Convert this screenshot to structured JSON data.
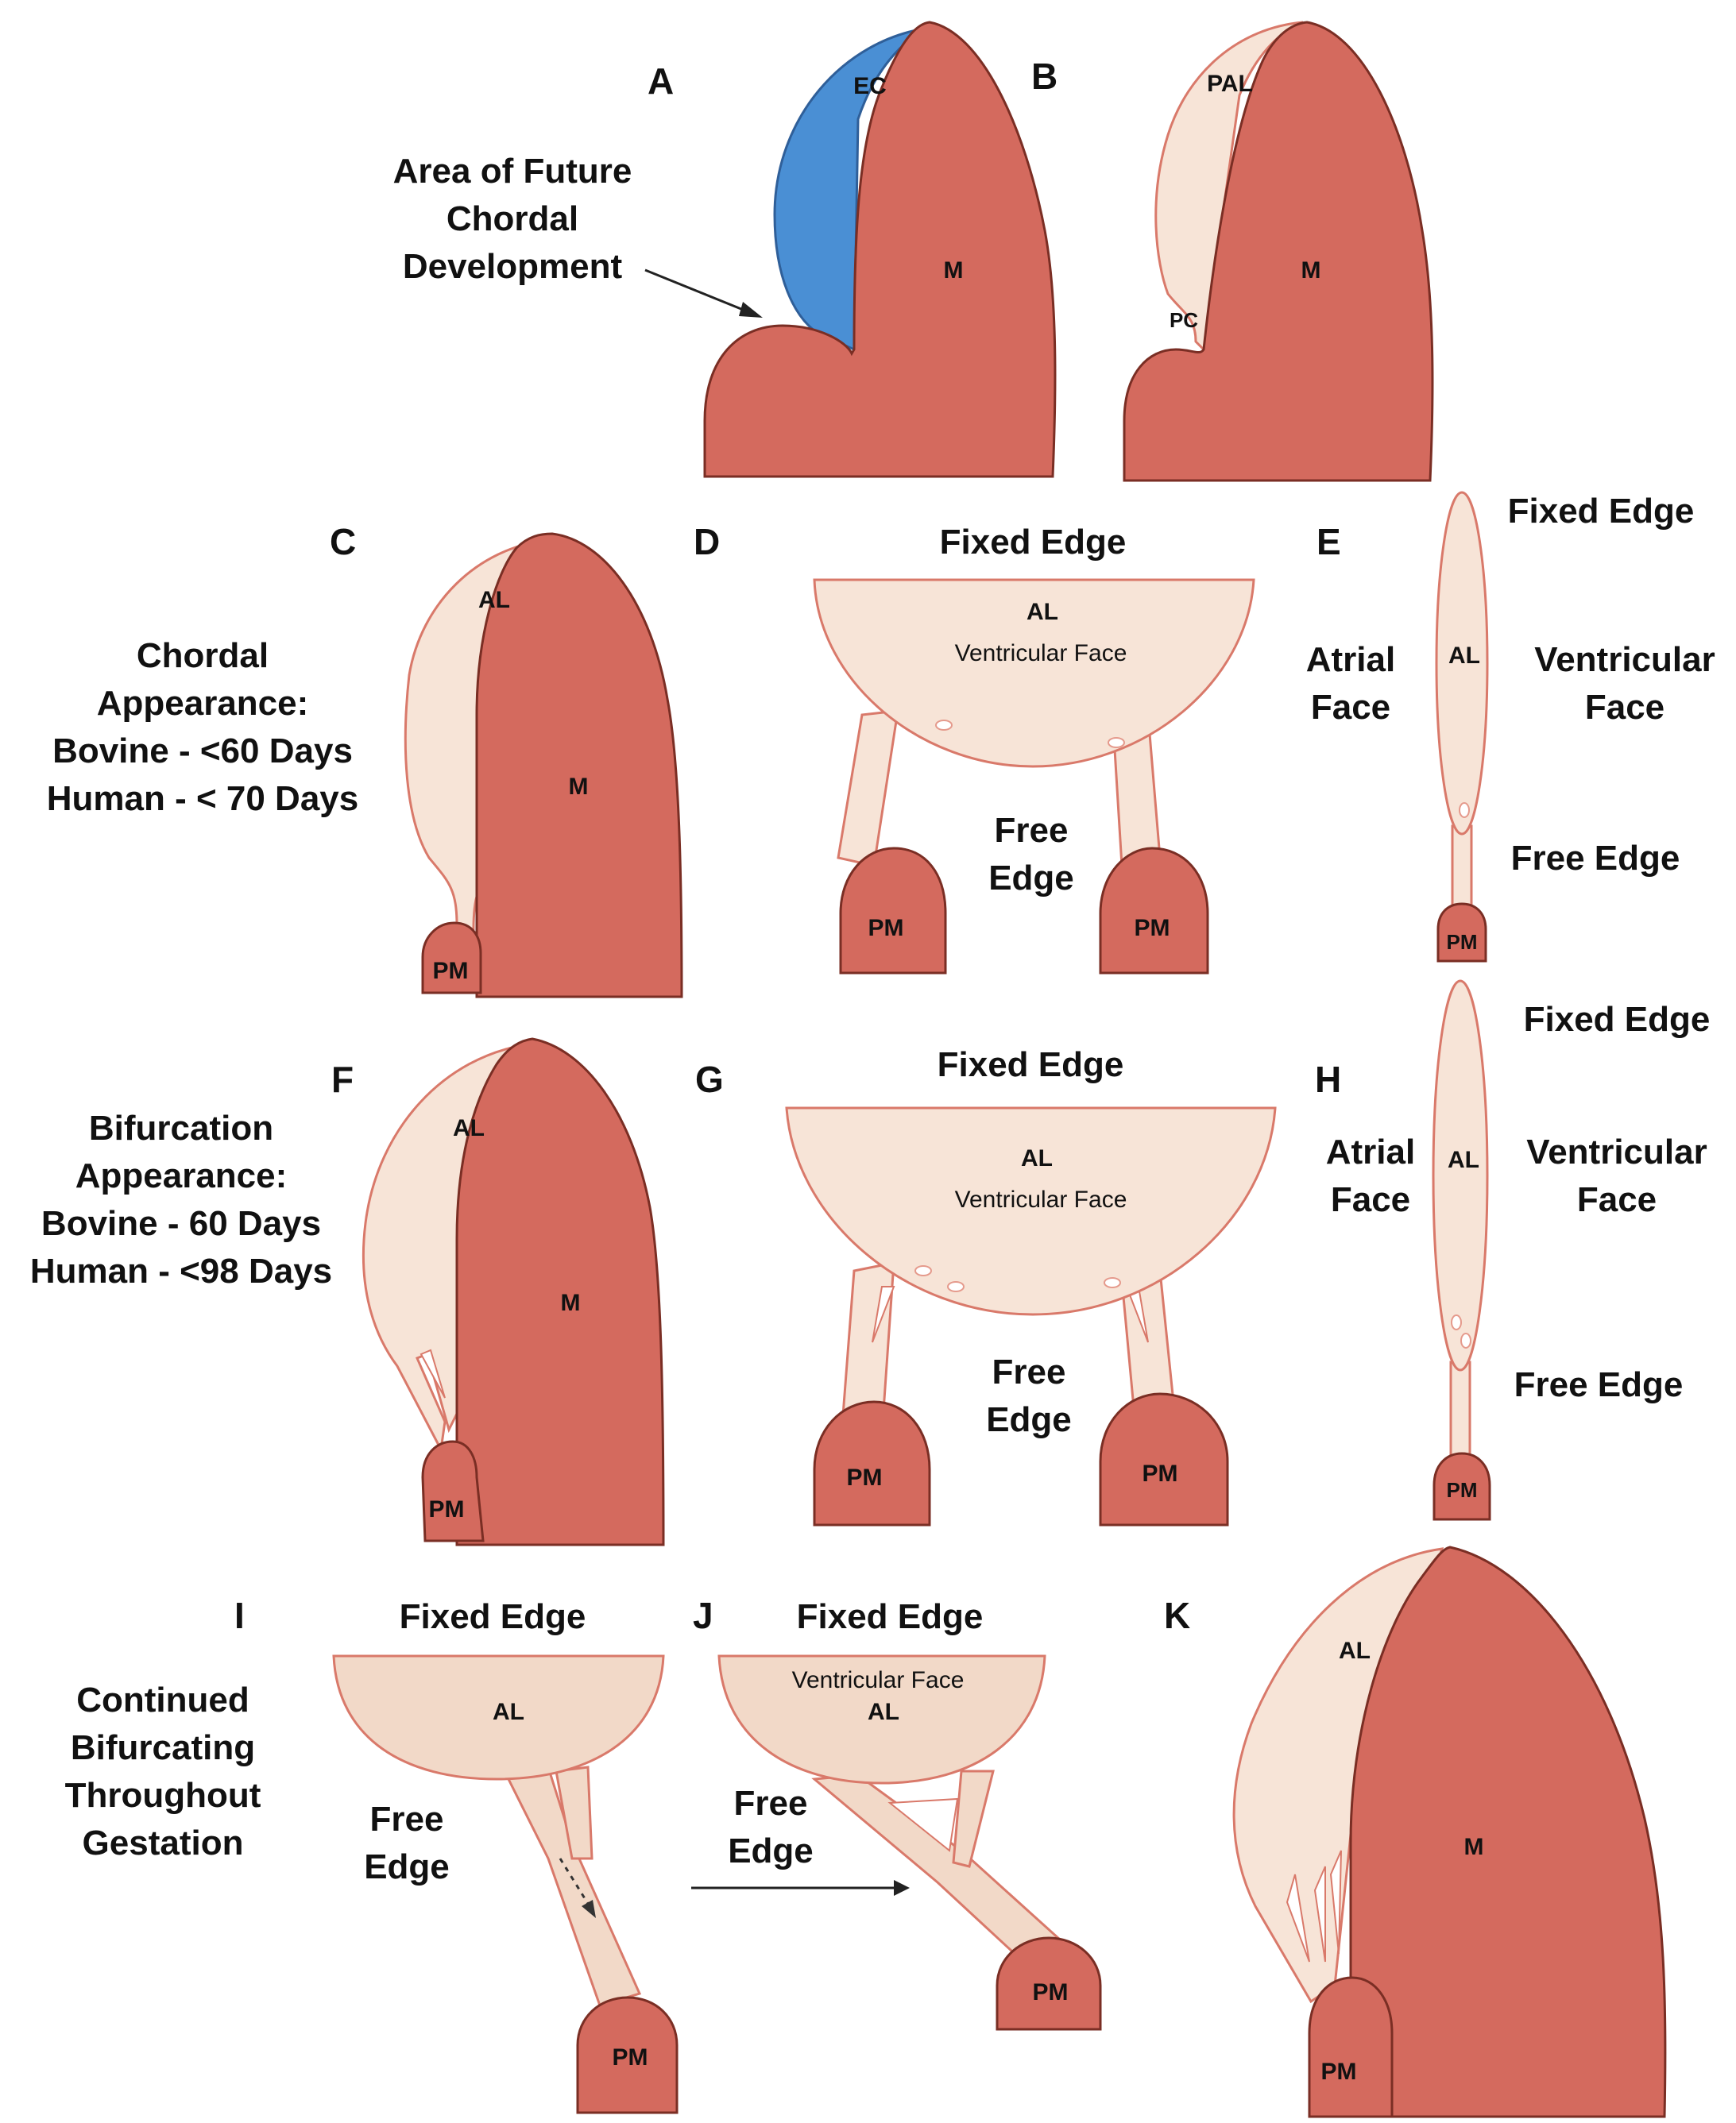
{
  "panels": {
    "A": "A",
    "B": "B",
    "C": "C",
    "D": "D",
    "E": "E",
    "F": "F",
    "G": "G",
    "H": "H",
    "I": "I",
    "J": "J",
    "K": "K"
  },
  "notes": {
    "future_chordal": [
      "Area of Future",
      "Chordal",
      "Development"
    ],
    "chordal_appearance": [
      "Chordal",
      "Appearance:",
      "Bovine - <60 Days",
      "Human - < 70 Days"
    ],
    "bifurcation_appearance": [
      "Bifurcation",
      "Appearance:",
      "Bovine - 60 Days",
      "Human - <98 Days"
    ],
    "continued": [
      "Continued",
      "Bifurcating",
      "Throughout",
      "Gestation"
    ]
  },
  "labels": {
    "ec": "EC",
    "m": "M",
    "pal": "PAL",
    "pc": "PC",
    "al": "AL",
    "pm": "PM",
    "fixed_edge": "Fixed Edge",
    "fixed_edge_h": "Fixed  Edge",
    "free_edge": "Free Edge",
    "free": "Free",
    "edge": "Edge",
    "ventricular_face": "Ventricular Face",
    "atrial": "Atrial",
    "ventricular": "Ventricular",
    "face": "Face"
  },
  "colors": {
    "myocardium": "#d46a5e",
    "leaflet": "#f7e4d7",
    "endocardial_cushion": "#4a8fd4"
  }
}
